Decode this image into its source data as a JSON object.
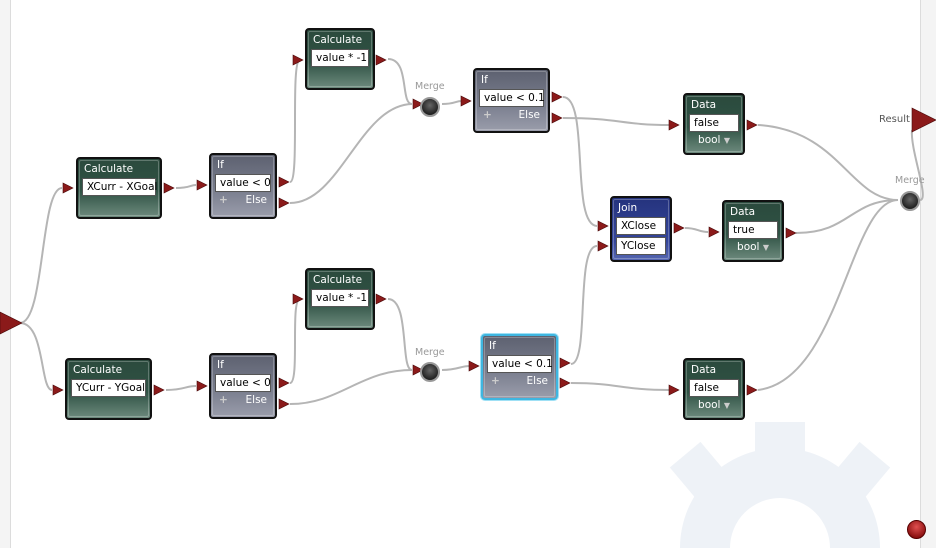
{
  "nodes": {
    "calc_x": {
      "title": "Calculate",
      "expr": "XCurr - XGoal"
    },
    "if_x": {
      "title": "If",
      "cond": "value < 0",
      "plus": "+",
      "else": "Else"
    },
    "calc_xneg": {
      "title": "Calculate",
      "expr": "value * -1"
    },
    "merge_x": {
      "label": "Merge"
    },
    "if_xclose": {
      "title": "If",
      "cond": "value < 0.1",
      "plus": "+",
      "else": "Else"
    },
    "data_false_1": {
      "title": "Data",
      "value": "false",
      "type": "bool"
    },
    "join": {
      "title": "Join",
      "in1": "XClose",
      "in2": "YClose"
    },
    "data_true": {
      "title": "Data",
      "value": "true",
      "type": "bool"
    },
    "merge_result": {
      "label": "Merge"
    },
    "result": {
      "label": "Result"
    },
    "calc_y": {
      "title": "Calculate",
      "expr": "YCurr - YGoal"
    },
    "if_y": {
      "title": "If",
      "cond": "value < 0",
      "plus": "+",
      "else": "Else"
    },
    "calc_yneg": {
      "title": "Calculate",
      "expr": "value * -1"
    },
    "merge_y": {
      "label": "Merge"
    },
    "if_yclose": {
      "title": "If",
      "cond": "value < 0.1",
      "plus": "+",
      "else": "Else"
    },
    "data_false_2": {
      "title": "Data",
      "value": "false",
      "type": "bool"
    }
  },
  "colors": {
    "port": "#8b1a1a",
    "wire": "#b5b5b5",
    "selected": "#3fb6e0"
  }
}
